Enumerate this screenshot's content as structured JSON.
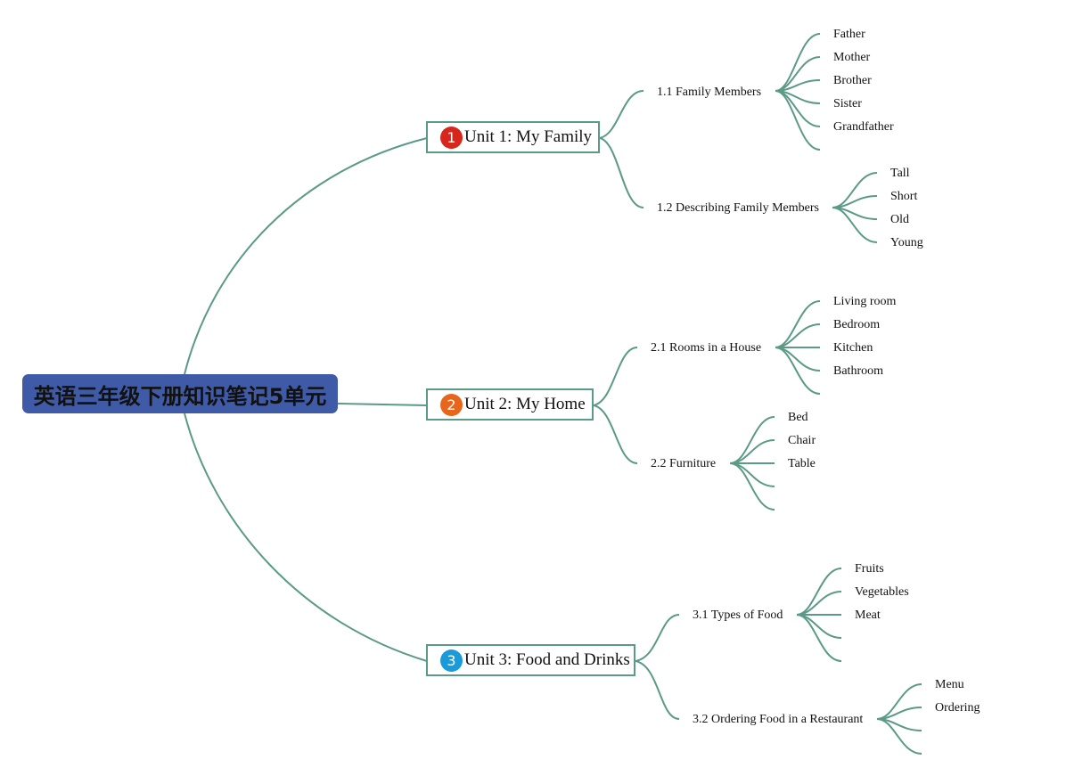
{
  "root": {
    "title": "英语三年级下册知识笔记5单元"
  },
  "units": [
    {
      "badge": "1",
      "badge_color": "#d7261b",
      "title": "Unit 1: My Family",
      "subs": [
        {
          "title": "1.1 Family Members",
          "leaves": [
            "Father",
            "Mother",
            "Brother",
            "Sister",
            "Grandfather"
          ]
        },
        {
          "title": "1.2 Describing Family Members",
          "leaves": [
            "Tall",
            "Short",
            "Old",
            "Young"
          ]
        }
      ]
    },
    {
      "badge": "2",
      "badge_color": "#e8661c",
      "title": "Unit 2: My Home",
      "subs": [
        {
          "title": "2.1 Rooms in a House",
          "leaves": [
            "Living room",
            "Bedroom",
            "Kitchen",
            "Bathroom"
          ]
        },
        {
          "title": "2.2 Furniture",
          "leaves": [
            "Bed",
            "Chair",
            "Table"
          ]
        }
      ]
    },
    {
      "badge": "3",
      "badge_color": "#1a9ad6",
      "title": "Unit 3: Food and Drinks",
      "subs": [
        {
          "title": "3.1 Types of Food",
          "leaves": [
            "Fruits",
            "Vegetables",
            "Meat"
          ]
        },
        {
          "title": "3.2 Ordering Food in a Restaurant",
          "leaves": [
            "Menu",
            "Ordering"
          ]
        }
      ]
    }
  ]
}
